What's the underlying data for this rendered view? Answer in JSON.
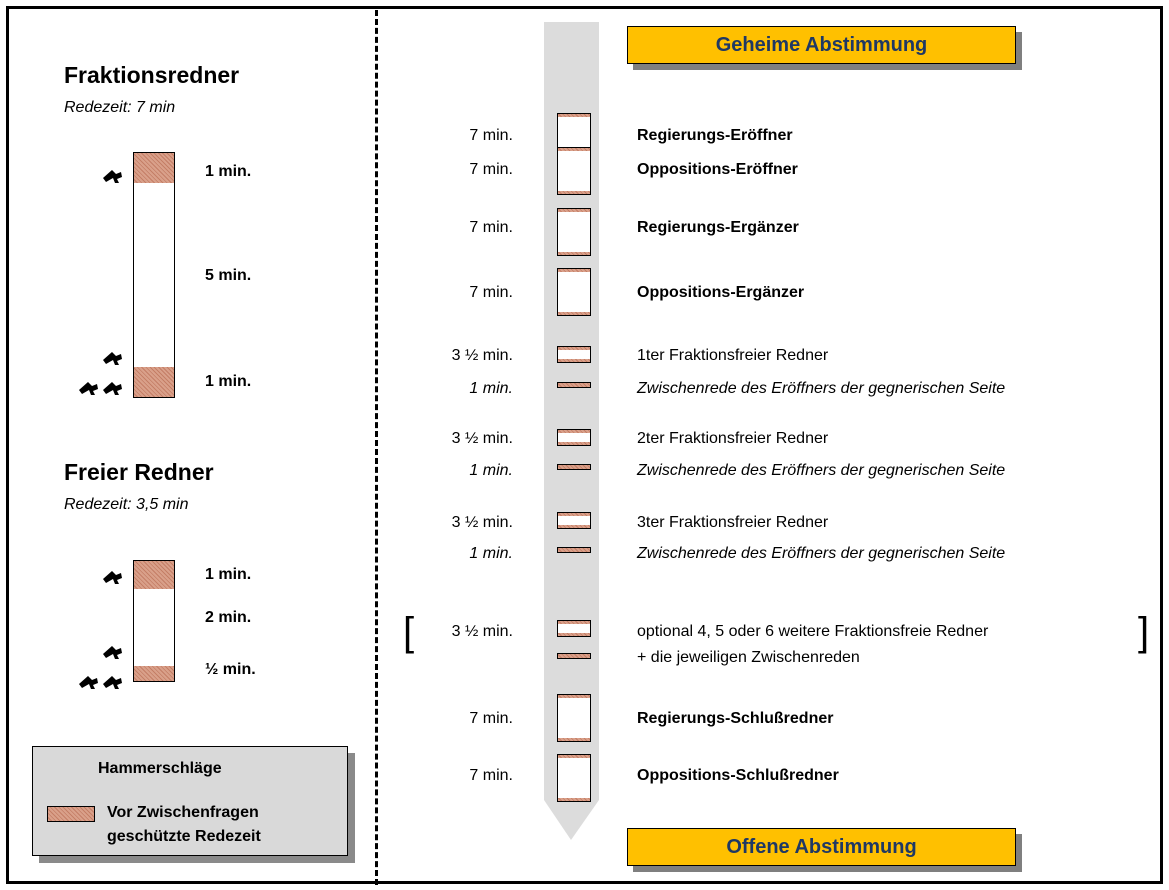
{
  "left": {
    "fraktion": {
      "title": "Fraktionsredner",
      "subtitle": "Redezeit: 7 min",
      "labels": [
        "1 min.",
        "5 min.",
        "1 min."
      ]
    },
    "freier": {
      "title": "Freier Redner",
      "subtitle": "Redezeit: 3,5 min",
      "labels": [
        "1 min.",
        "2 min.",
        "½  min."
      ]
    },
    "legend": {
      "hammer": "Hammerschläge",
      "protected_line1": "Vor Zwischenfragen",
      "protected_line2": "geschützte Redezeit"
    }
  },
  "timeline": {
    "top_banner": "Geheime Abstimmung",
    "bottom_banner": "Offene Abstimmung",
    "entries": [
      {
        "time": "7 min.",
        "label": "Regierungs-Eröffner"
      },
      {
        "time": "7 min.",
        "label": "Oppositions-Eröffner"
      },
      {
        "time": "7 min.",
        "label": "Regierungs-Ergänzer"
      },
      {
        "time": "7 min.",
        "label": "Oppositions-Ergänzer"
      },
      {
        "time": "3 ½ min.",
        "label": "1ter Fraktionsfreier Redner",
        "sub_time": "1 min.",
        "sub_label": "Zwischenrede des Eröffners der gegnerischen Seite"
      },
      {
        "time": "3 ½ min.",
        "label": "2ter Fraktionsfreier Redner",
        "sub_time": "1 min.",
        "sub_label": "Zwischenrede des Eröffners der gegnerischen Seite"
      },
      {
        "time": "3 ½ min.",
        "label": "3ter Fraktionsfreier Redner",
        "sub_time": "1 min.",
        "sub_label": "Zwischenrede des Eröffners der gegnerischen Seite"
      },
      {
        "time": "3 ½ min.",
        "label": "optional 4, 5 oder 6 weitere Fraktionsfreie Redner",
        "sub_label": "+ die jeweiligen Zwischenreden"
      },
      {
        "time": "7 min.",
        "label": "Regierungs-Schlußredner"
      },
      {
        "time": "7 min.",
        "label": "Oppositions-Schlußredner"
      }
    ]
  }
}
